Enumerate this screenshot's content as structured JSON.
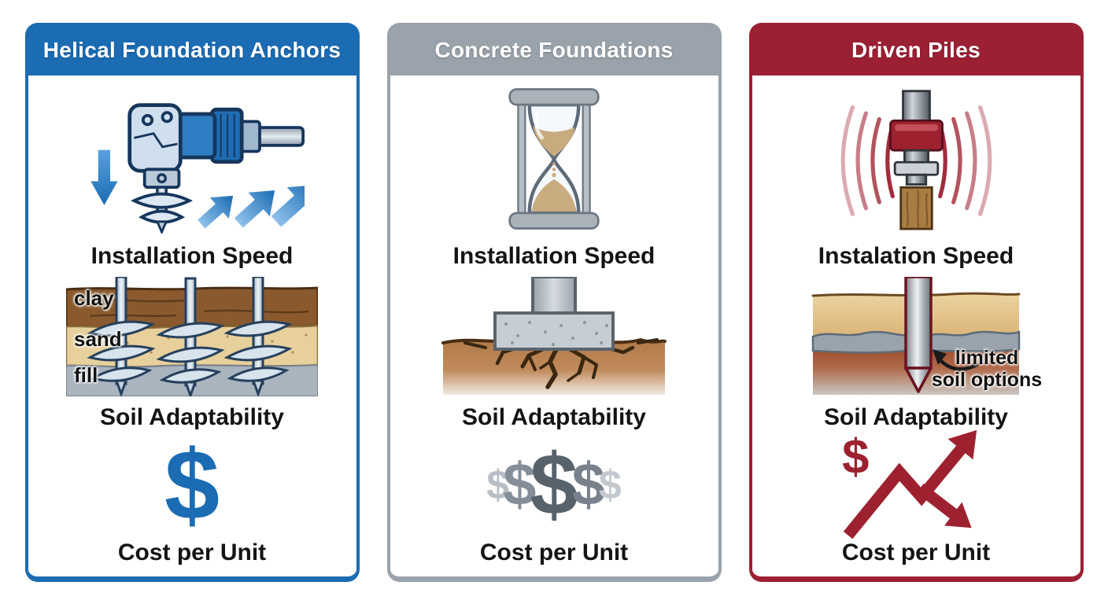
{
  "page": {
    "background": "#ffffff"
  },
  "columns": [
    {
      "title": "Helical Foundation Anchors",
      "accent": "#1b6cb3",
      "speed_label": "Installation Speed",
      "soil_label": "Soil Adaptability",
      "cost_label": "Cost per Unit",
      "soil_layers": [
        "clay",
        "sand",
        "fill"
      ],
      "cost_symbols": [
        "$"
      ],
      "icons": {
        "speed": "angle-drill-with-helical-auger-down-arrow-and-three-rising-arrows",
        "soil": "three-helical-anchors-through-clay-sand-fill-layers",
        "cost": "single-blue-dollar-sign"
      }
    },
    {
      "title": "Concrete Foundations",
      "accent": "#9aa2ab",
      "speed_label": "Installation Speed",
      "soil_label": "Soil Adaptability",
      "cost_label": "Cost per Unit",
      "cost_symbols": [
        "$",
        "$",
        "$",
        "$",
        "$"
      ],
      "icons": {
        "speed": "hourglass-with-sand",
        "soil": "concrete-footing-on-cracked-soil",
        "cost": "five-gray-dollar-signs"
      }
    },
    {
      "title": "Driven Piles",
      "accent": "#9c2033",
      "speed_label": "Instalation Speed",
      "soil_label": "Soil Adaptability",
      "cost_label": "Cost per Unit",
      "annotation": {
        "line1": "limited",
        "line2": "soil options"
      },
      "cost_symbols": [
        "$"
      ],
      "icons": {
        "speed": "pile-driver-hammer-on-wood-pile-with-vibration-waves",
        "soil": "driven-pile-in-limited-soil-layers",
        "cost": "red-dollar-sign-with-fluctuating-arrows"
      }
    }
  ]
}
